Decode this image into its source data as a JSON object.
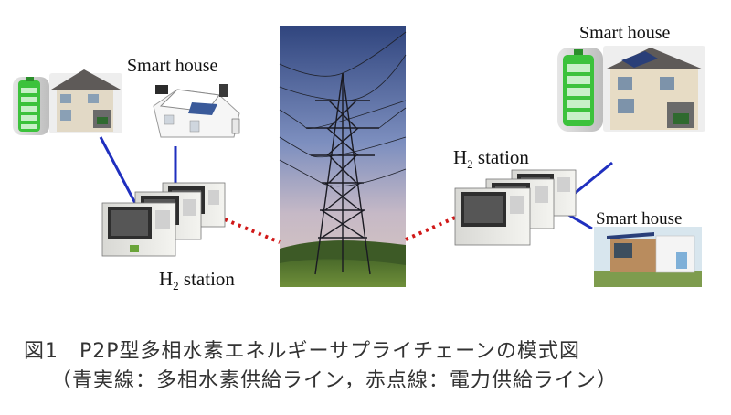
{
  "labels": {
    "smart_house_left": "Smart house",
    "smart_house_right_top": "Smart house",
    "smart_house_right_bottom": "Smart house",
    "station_left": "station",
    "station_right": "station",
    "h2_prefix": "H",
    "h2_subscript": "2"
  },
  "caption": {
    "line1": "図1　P2P型多相水素エネルギーサプライチェーンの模式図",
    "line2": "（青実線：多相水素供給ライン，赤点線：電力供給ライン）"
  },
  "legend_colors": {
    "hydrogen_line": "#1f2fbf",
    "power_line": "#d01818",
    "battery": "#3cc23c"
  }
}
